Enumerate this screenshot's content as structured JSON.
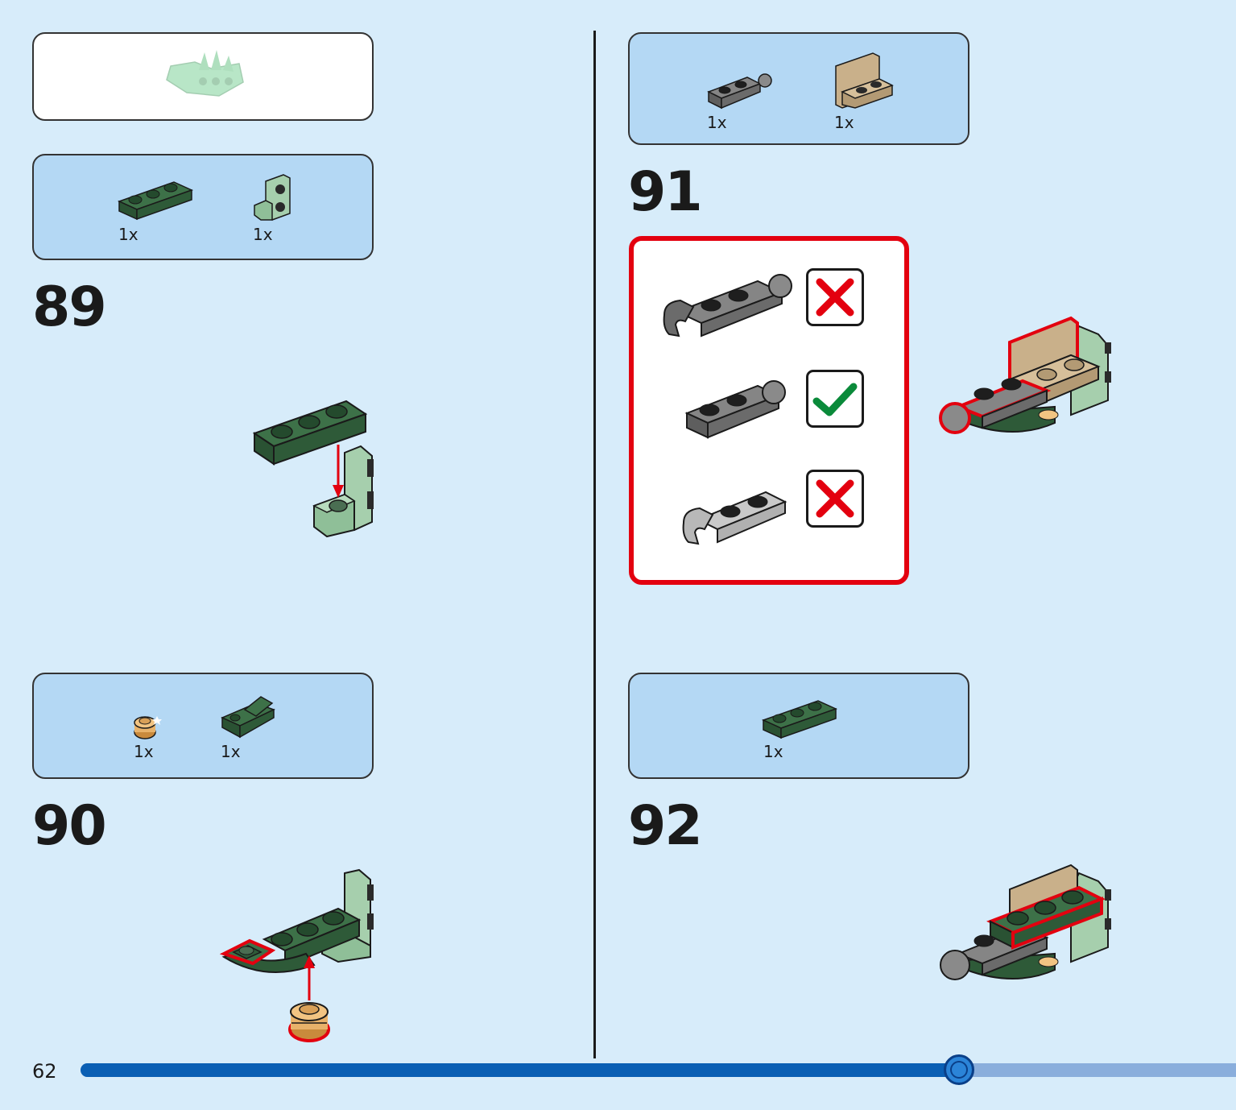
{
  "page": {
    "number": "62",
    "progress_fraction": 0.76
  },
  "steps": {
    "s88": {
      "label": ""
    },
    "s89": {
      "number": "89",
      "parts": [
        {
          "qty": "1x",
          "icon": "dark-green-plate-1x3-icon"
        },
        {
          "qty": "1x",
          "icon": "sand-green-bracket-icon"
        }
      ]
    },
    "s90": {
      "number": "90",
      "parts": [
        {
          "qty": "1x",
          "icon": "pearl-gold-round-plate-icon"
        },
        {
          "qty": "1x",
          "icon": "dark-green-inverted-slope-icon"
        }
      ]
    },
    "s91": {
      "number": "91",
      "parts": [
        {
          "qty": "1x",
          "icon": "dark-gray-ball-plate-icon"
        },
        {
          "qty": "1x",
          "icon": "tan-bracket-icon"
        }
      ]
    },
    "s92": {
      "number": "92",
      "parts": [
        {
          "qty": "1x",
          "icon": "dark-green-plate-1x3-icon"
        }
      ]
    }
  },
  "callout": {
    "options": [
      {
        "icon": "dark-gray-clip-ball-plate-icon",
        "status": "wrong"
      },
      {
        "icon": "dark-gray-ball-plate-icon",
        "status": "correct"
      },
      {
        "icon": "light-gray-clip-ball-plate-icon",
        "status": "wrong"
      }
    ]
  },
  "colors": {
    "background": "#d7ecfa",
    "parts_box": "#b4d8f4",
    "dark_green": "#2e5a38",
    "sand_green": "#a6cfad",
    "tan": "#c9b08a",
    "dark_gray": "#6b6b6b",
    "highlight_red": "#e3000f",
    "check_green": "#0a8a3a",
    "progress": "#0a5fb4"
  }
}
